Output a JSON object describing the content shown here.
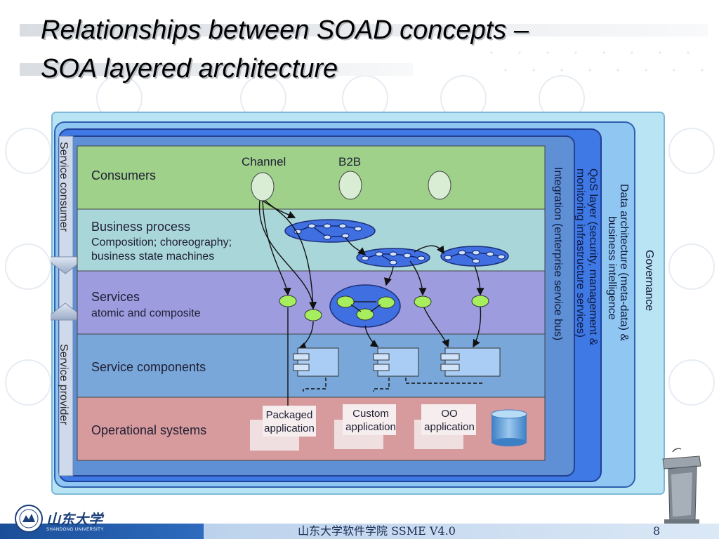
{
  "title": {
    "line1": "Relationships between SOAD concepts –",
    "line2": "SOA layered architecture"
  },
  "diagram": {
    "layers": [
      {
        "key": "consumers",
        "label": "Consumers",
        "sub": "",
        "color": "#9fd18b"
      },
      {
        "key": "business",
        "label": "Business process",
        "sub": "Composition; choreography;",
        "sub2": "business state machines",
        "color": "#a9d6d9"
      },
      {
        "key": "services",
        "label": "Services",
        "sub": "atomic and composite",
        "color": "#9d9cdf"
      },
      {
        "key": "components",
        "label": "Service components",
        "sub": "",
        "color": "#7aa7da"
      },
      {
        "key": "operational",
        "label": "Operational systems",
        "sub": "",
        "color": "#d79a9d"
      }
    ],
    "consumer_labels": {
      "channel": "Channel",
      "b2b": "B2B"
    },
    "side_left_top": "Service consumer",
    "side_left_bottom": "Service provider",
    "vertical_labels": {
      "integration": "Integration (enterprise service  bus)",
      "qos_line1": "QoS layer (security, management &",
      "qos_line2": "monitoring infrastructure services)",
      "data_line1": "Data architecture (meta-data) &",
      "data_line2": "business intelligence",
      "governance": "Governance"
    },
    "apps": {
      "packaged": [
        "Packaged",
        "application"
      ],
      "custom": [
        "Custom",
        "application"
      ],
      "oo": [
        "OO",
        "application"
      ]
    },
    "colors": {
      "governance": "#b9e4f4",
      "data": "#8fc6f2",
      "qos": "#3e79e6",
      "integration": "#5f8fd4",
      "node": "#d9ecd4",
      "service_dot": "#a6ee5e",
      "process_ellipse": "#3f6fe0"
    }
  },
  "footer": {
    "university_cn": "山东大学",
    "university_en": "SHANDONG UNIVERSITY",
    "center": "山东大学软件学院     SSME V4.0",
    "page": "8"
  },
  "icons": [
    "university-seal-icon",
    "podium-icon",
    "database-icon"
  ]
}
